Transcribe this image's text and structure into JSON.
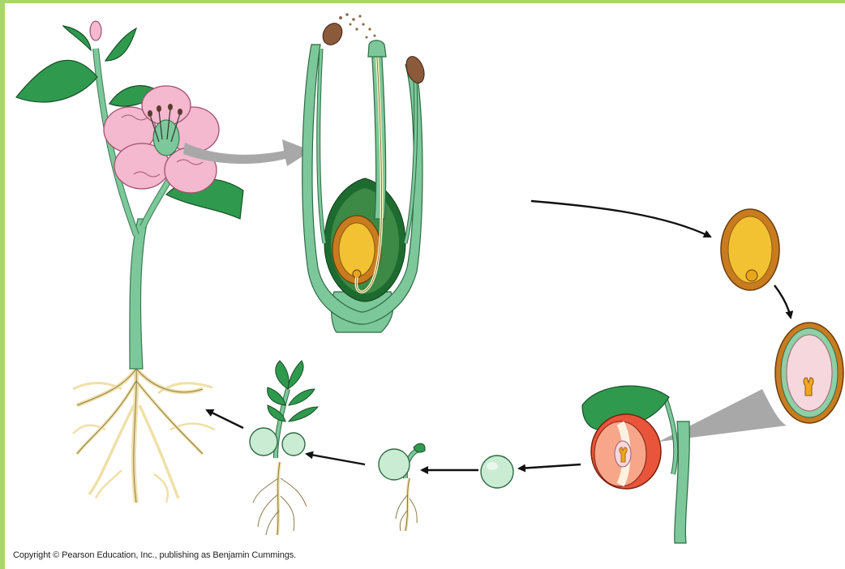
{
  "diagram": {
    "stages": [
      "flowering-plant",
      "flower-longitudinal-section",
      "ovule",
      "seed",
      "fruit",
      "seed-released",
      "germinating-seed",
      "seedling"
    ],
    "colors": {
      "border": "#a9d66b",
      "stem": "#7cc89a",
      "leaf": "#2f9a4e",
      "petal": "#f4b8cf",
      "ovary_wall": "#1e6b2f",
      "ovule_coat": "#c97c1f",
      "ovule_interior": "#f3c233",
      "seed_interior": "#f6d7dd",
      "fruit": "#e8553a",
      "fruit_flesh": "#f7a68a",
      "root": "#efe0a8",
      "arrow_black": "#111111",
      "arrow_grey": "#a8a8a8"
    }
  },
  "footer": {
    "copyright": "Copyright © Pearson Education, Inc., publishing as Benjamin Cummings."
  }
}
